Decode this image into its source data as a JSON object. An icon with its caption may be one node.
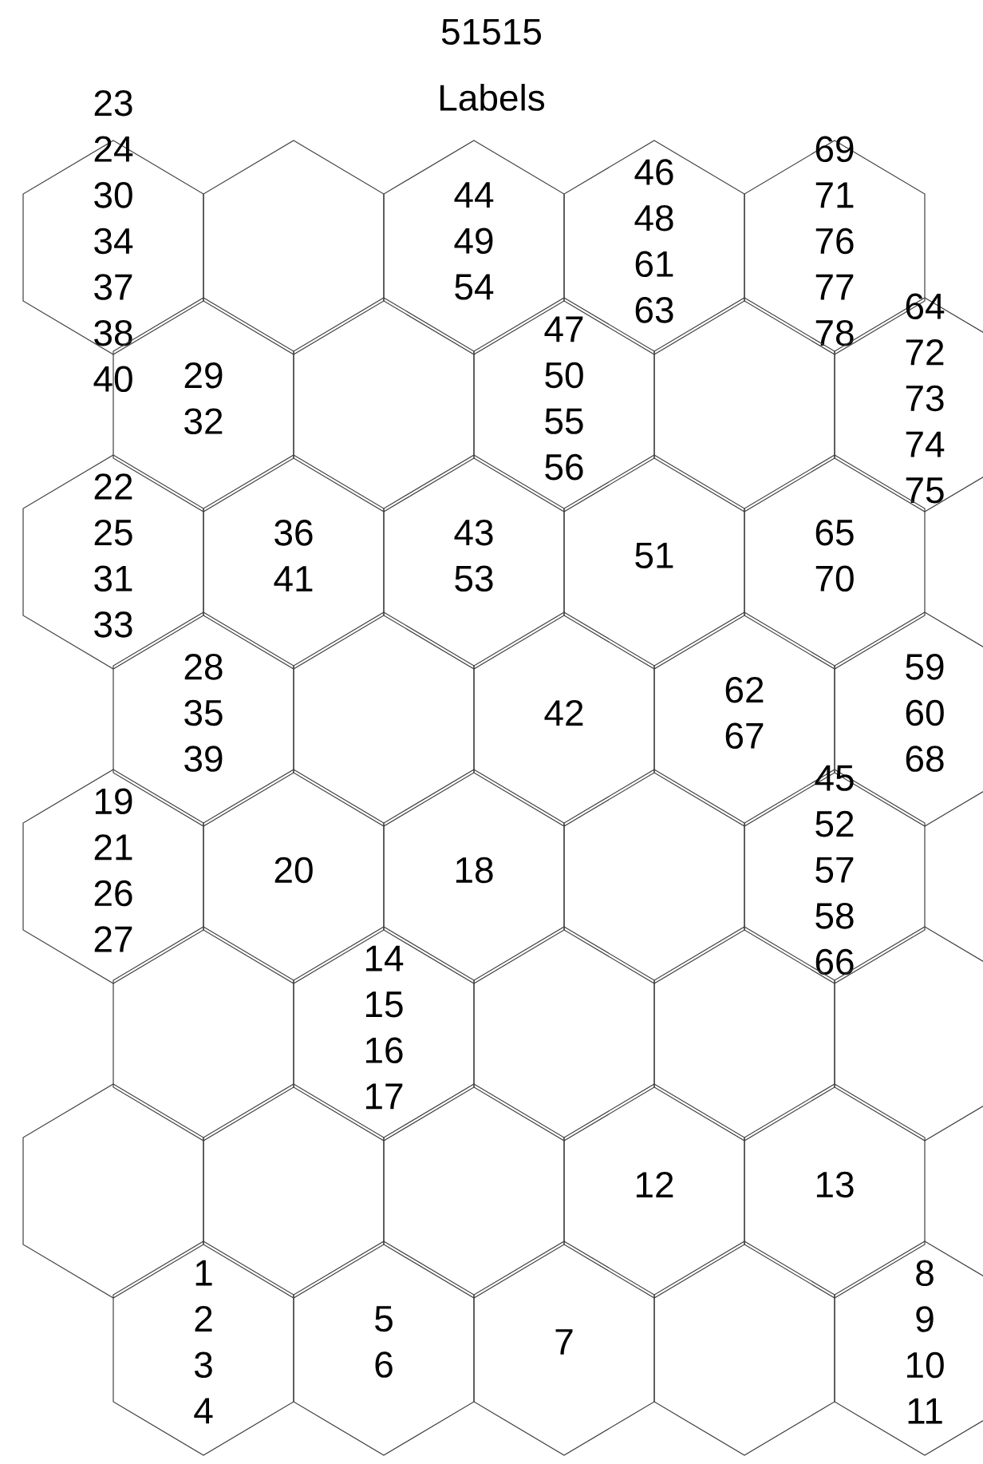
{
  "diagram": {
    "title": "51515",
    "labels": [
      "Labels"
    ],
    "nodes": [
      {
        "text": [
          "23",
          "24",
          "30",
          "34",
          "37",
          "38",
          "40"
        ]
      },
      {
        "text": [],
        "shape": "hexagon"
      },
      {
        "text": [
          "44",
          "49",
          "54"
        ]
      },
      {
        "text": [
          "46",
          "48",
          "61",
          "63"
        ]
      },
      {
        "text": [
          "69",
          "71",
          "76",
          "77",
          "78"
        ]
      },
      {
        "text": [
          "29",
          "32"
        ]
      },
      {
        "text": [],
        "shape": "hexagon"
      },
      {
        "text": [
          "47",
          "50",
          "55",
          "56"
        ]
      },
      {
        "text": [],
        "shape": "hexagon"
      },
      {
        "text": [
          "64",
          "72",
          "73",
          "74",
          "75"
        ]
      },
      {
        "text": [
          "22",
          "25",
          "31",
          "33"
        ]
      },
      {
        "text": [
          "36",
          "41"
        ]
      },
      {
        "text": [
          "43",
          "53"
        ]
      },
      {
        "text": [
          "51"
        ]
      },
      {
        "text": [
          "65",
          "70"
        ]
      },
      {
        "text": [
          "28",
          "35",
          "39"
        ]
      },
      {
        "text": [],
        "shape": "hexagon"
      },
      {
        "text": [
          "42"
        ]
      },
      {
        "text": [
          "62",
          "67"
        ]
      },
      {
        "text": [
          "59",
          "60",
          "68"
        ]
      },
      {
        "text": [
          "19",
          "21",
          "26",
          "27"
        ]
      },
      {
        "text": [
          "20"
        ]
      },
      {
        "text": [
          "18"
        ]
      },
      {
        "text": [],
        "shape": "hexagon"
      },
      {
        "text": [
          "45",
          "52",
          "57",
          "58",
          "66"
        ]
      },
      {
        "text": [],
        "shape": "hexagon"
      },
      {
        "text": [
          "14",
          "15",
          "16",
          "17"
        ]
      },
      {
        "text": [],
        "shape": "hexagon"
      },
      {
        "text": [],
        "shape": "hexagon"
      },
      {
        "text": [],
        "shape": "hexagon"
      },
      {
        "text": [],
        "shape": "hexagon"
      },
      {
        "text": [],
        "shape": "hexagon"
      },
      {
        "text": [],
        "shape": "hexagon"
      },
      {
        "text": [
          "12"
        ]
      },
      {
        "text": [
          "13"
        ]
      },
      {
        "text": [
          "1",
          "2",
          "3",
          "4"
        ]
      },
      {
        "text": [
          "5",
          "6"
        ]
      },
      {
        "text": [
          "7"
        ]
      },
      {
        "text": [],
        "shape": "hexagon"
      },
      {
        "text": [
          "8",
          "9",
          "10",
          "11"
        ]
      }
    ]
  }
}
